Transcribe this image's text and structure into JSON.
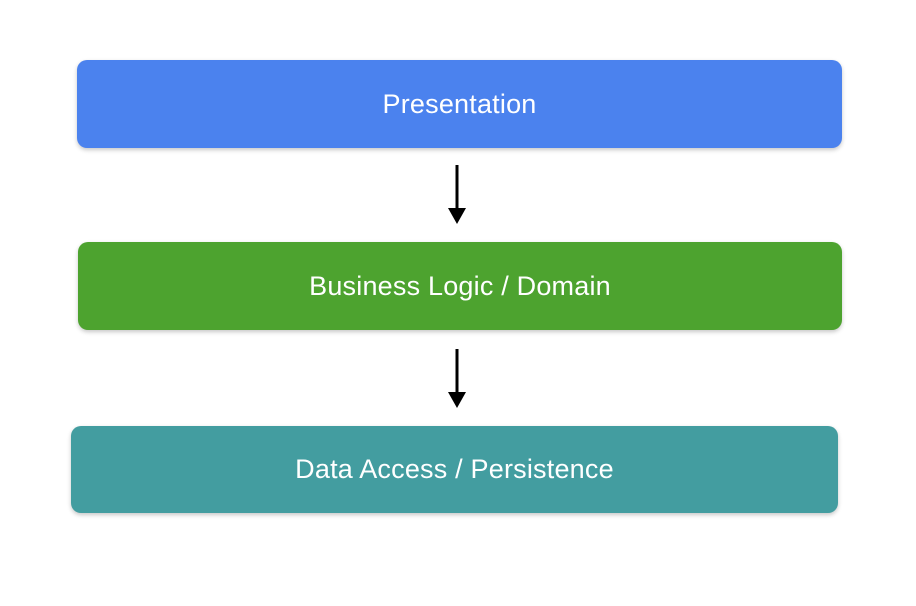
{
  "diagram": {
    "background_color": "#ffffff",
    "text_color": "#ffffff",
    "arrow_color": "#000000",
    "layers": [
      {
        "id": "presentation",
        "label": "Presentation",
        "color": "#4b82ee"
      },
      {
        "id": "business",
        "label": "Business Logic / Domain",
        "color": "#4da32f"
      },
      {
        "id": "data",
        "label": "Data Access / Persistence",
        "color": "#439da0"
      }
    ],
    "arrows": [
      {
        "from": "Presentation",
        "to": "Business Logic / Domain",
        "direction": "down"
      },
      {
        "from": "Business Logic / Domain",
        "to": "Data Access / Persistence",
        "direction": "down"
      }
    ]
  }
}
